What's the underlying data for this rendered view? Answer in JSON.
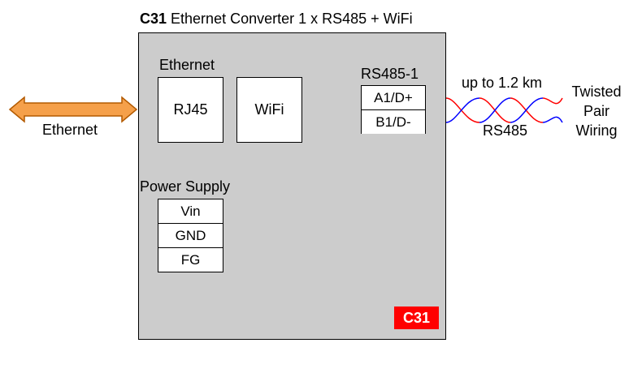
{
  "title": {
    "prefix": "C31",
    "text": " Ethernet Converter 1 x RS485 + WiFi"
  },
  "ethernet_section": {
    "label": "Ethernet",
    "rj45": "RJ45",
    "wifi": "WiFi"
  },
  "external_ethernet_label": "Ethernet",
  "rs485_port": {
    "label": "RS485-1",
    "pins": [
      "A1/D+",
      "B1/D-"
    ]
  },
  "power_supply": {
    "label": "Power Supply",
    "pins": [
      "Vin",
      "GND",
      "FG"
    ]
  },
  "cable": {
    "distance": "up to 1.2 km",
    "protocol": "RS485",
    "wiring": [
      "Twisted",
      "Pair",
      "Wiring"
    ]
  },
  "badge": "C31",
  "colors": {
    "device_bg": "#cccccc",
    "arrow": "#f5a04a",
    "badge": "#ff0000",
    "wire_red": "#ff0000",
    "wire_blue": "#0000ff"
  }
}
